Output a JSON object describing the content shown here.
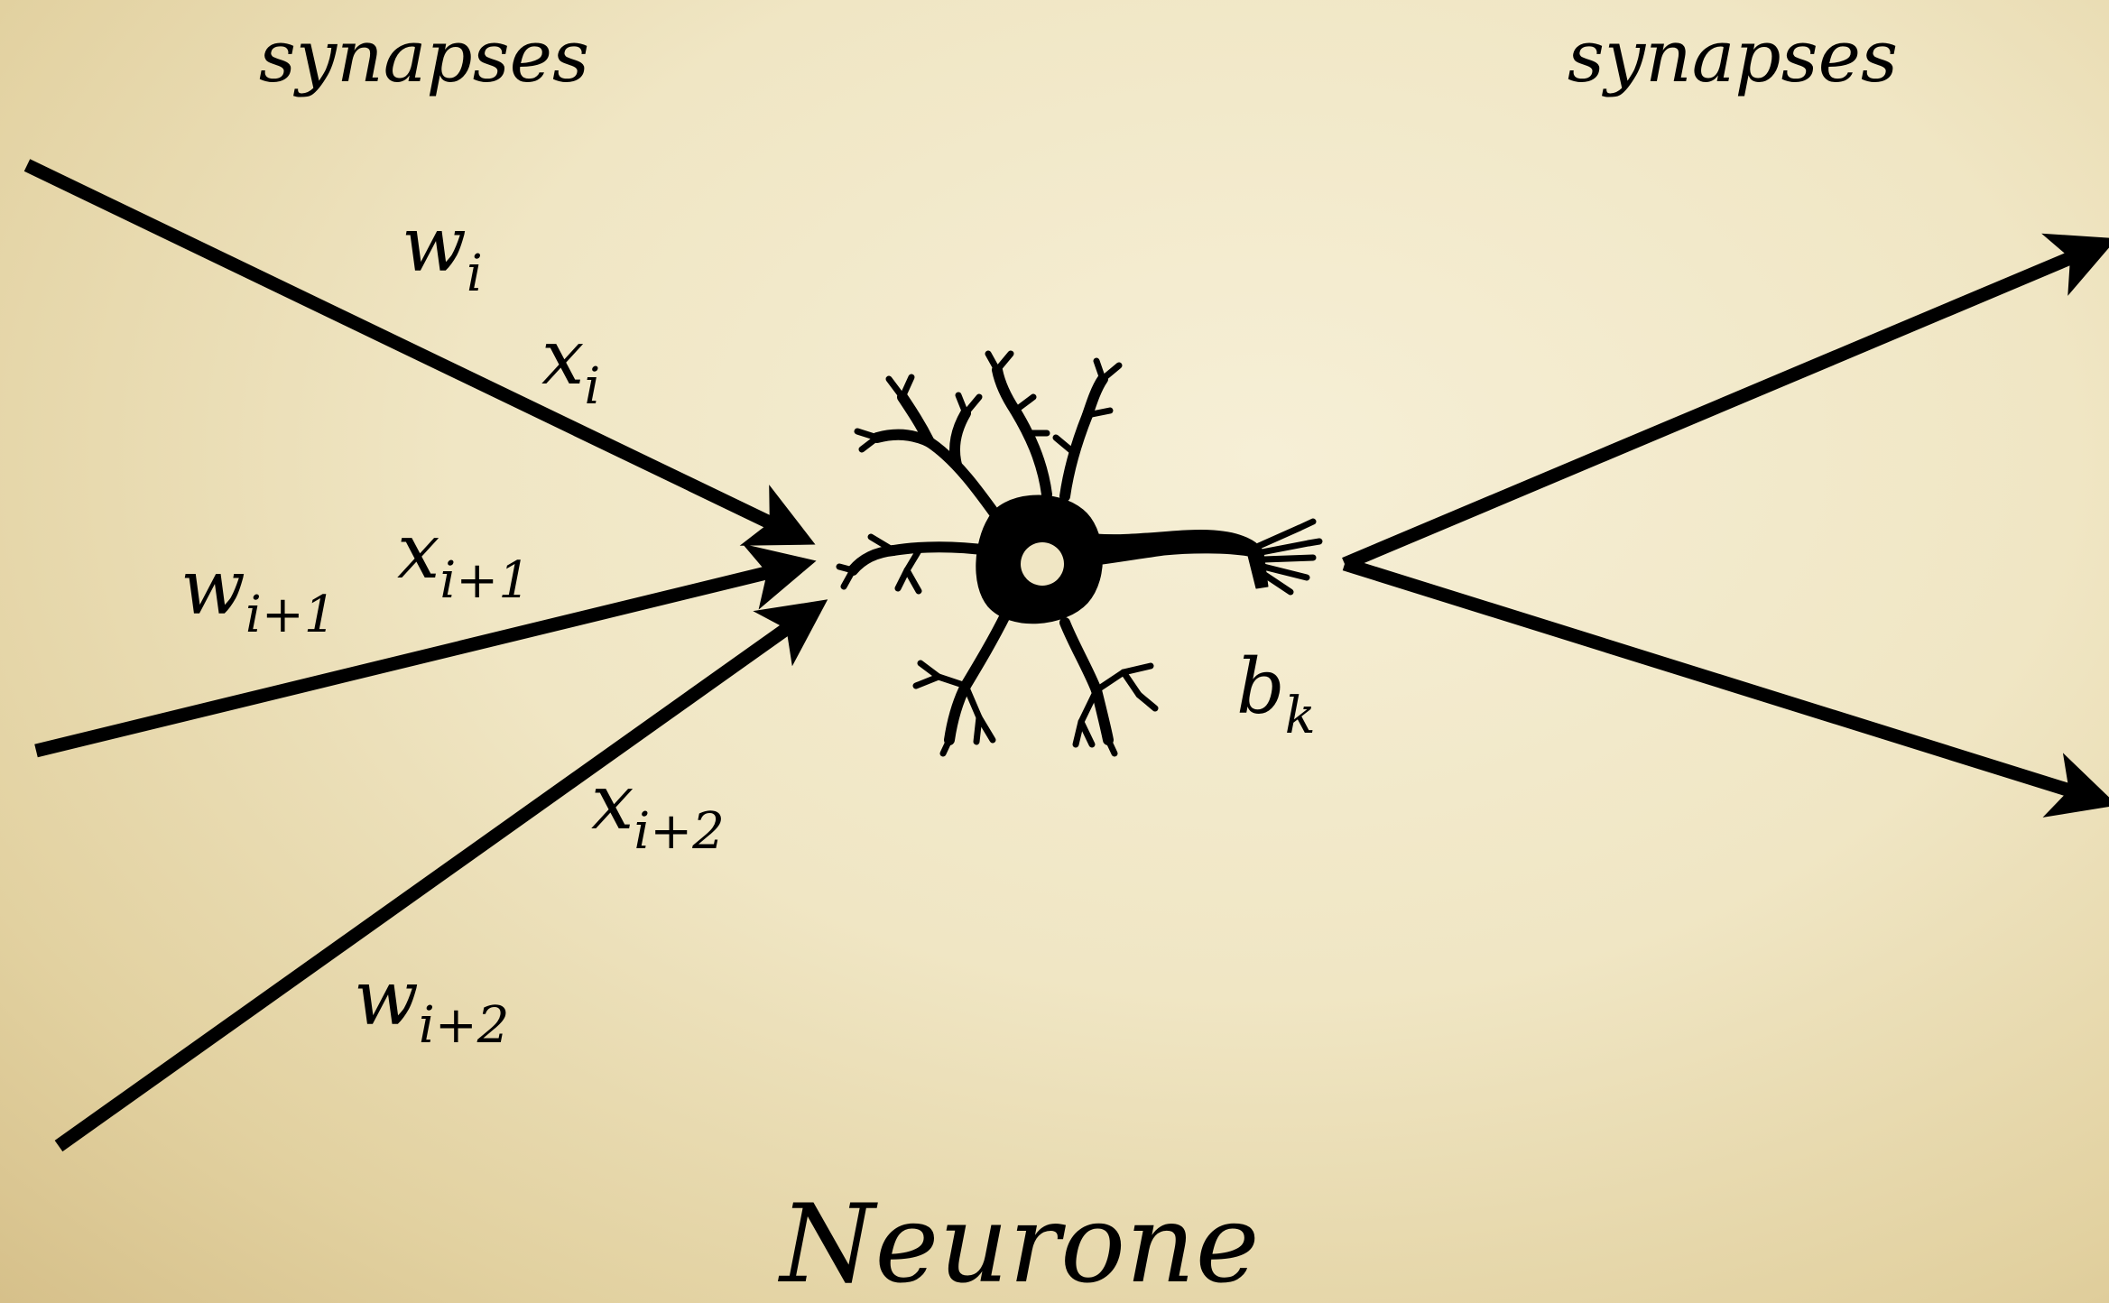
{
  "labels": {
    "synapses_left": "synapses",
    "synapses_right": "synapses",
    "w_i_base": "w",
    "w_i_sub": "i",
    "x_i_base": "x",
    "x_i_sub": "i",
    "w_i1_base": "w",
    "w_i1_sub": "i+1",
    "x_i1_base": "x",
    "x_i1_sub": "i+1",
    "x_i2_base": "x",
    "x_i2_sub": "i+2",
    "w_i2_base": "w",
    "w_i2_sub": "i+2",
    "b_k_base": "b",
    "b_k_sub": "k",
    "title": "Neurone"
  },
  "colors": {
    "background": "#f0e6c4",
    "ink": "#000000"
  },
  "icons": {
    "neuron": "neuron-cell-icon"
  }
}
